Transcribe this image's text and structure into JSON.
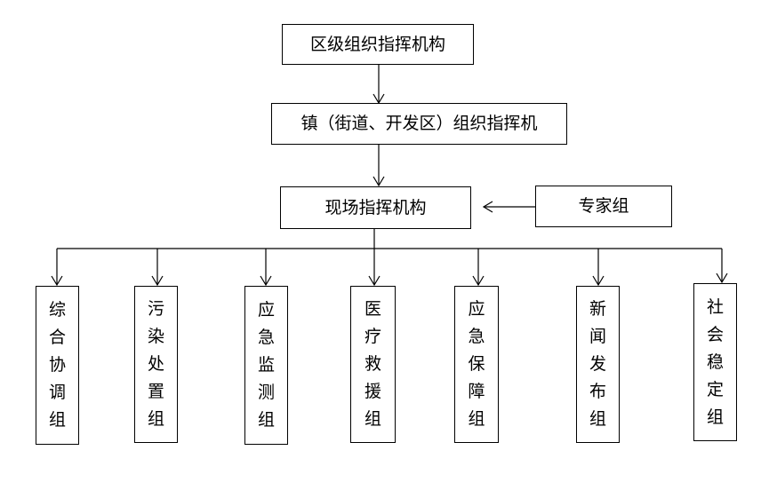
{
  "diagram": {
    "district_command": "区级组织指挥机构",
    "town_command": "镇（街道、开发区）组织指挥机",
    "onsite_command": "现场指挥机构",
    "expert_group": "专家组",
    "groups": [
      {
        "label": "综合协调组"
      },
      {
        "label": "污染处置组"
      },
      {
        "label": "应急监测组"
      },
      {
        "label": "医疗救援组"
      },
      {
        "label": "应急保障组"
      },
      {
        "label": "新闻发布组"
      },
      {
        "label": "社会稳定组"
      }
    ],
    "line_color": "#000000"
  }
}
